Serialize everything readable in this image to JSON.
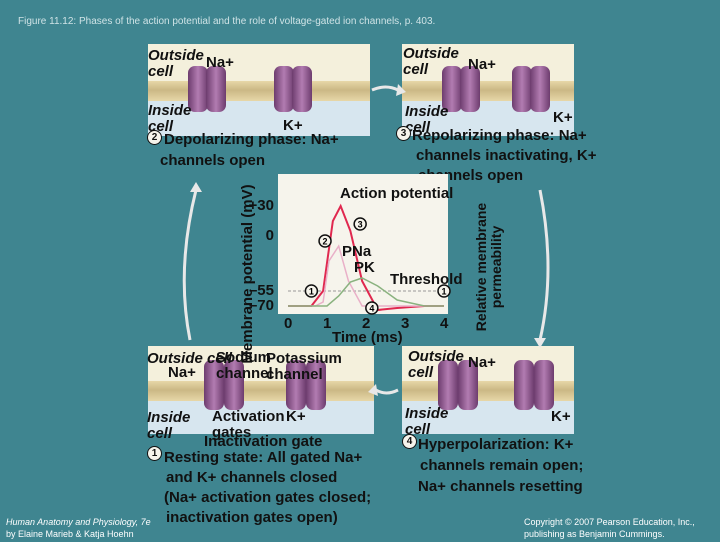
{
  "header": {
    "figure_caption": "Figure 11.12: Phases of the action potential and the role of voltage-gated ion channels, p. 403."
  },
  "labels": {
    "outside_cell": "Outside cell",
    "inside_cell": "Inside cell",
    "na_plus": "Na+",
    "k_plus": "K+"
  },
  "panels": {
    "depolarizing": {
      "number": "2",
      "line1": "Depolarizing phase: Na+",
      "line2": "channels open"
    },
    "repolarizing": {
      "number": "3",
      "line1": "Repolarizing phase: Na+",
      "line2": "channels inactivating, K+",
      "line3": "channels open"
    },
    "resting": {
      "number": "1",
      "sodium_channel": "Sodium channel",
      "potassium_channel": "Potassium channel",
      "activation_gates": "Activation gates",
      "inactivation_gate": "Inactivation gate",
      "line1": "Resting state: All gated Na+",
      "line2": "and K+ channels closed",
      "line3": "(Na+ activation gates closed;",
      "line4": "inactivation gates open)"
    },
    "hyperpolarization": {
      "number": "4",
      "line1": "Hyperpolarization: K+",
      "line2": "channels remain open;",
      "line3": "Na+ channels resetting"
    }
  },
  "chart_data": {
    "type": "line",
    "title": "Action potential",
    "xlabel": "Time (ms)",
    "ylabel": "Membrane potential (mV)",
    "y2label": "Relative membrane permeability",
    "xlim": [
      0,
      4
    ],
    "ylim": [
      -70,
      30
    ],
    "x_ticks": [
      "0",
      "1",
      "2",
      "3",
      "4"
    ],
    "y_ticks": [
      "+30",
      "0",
      "–55",
      "–70"
    ],
    "annotations": {
      "pna": "PNa",
      "pk": "PK",
      "threshold": "Threshold"
    },
    "phase_markers": [
      {
        "label": "1",
        "x": 0.6,
        "y": -55
      },
      {
        "label": "2",
        "x": 0.95,
        "y": -5
      },
      {
        "label": "3",
        "x": 1.85,
        "y": 12
      },
      {
        "label": "4",
        "x": 2.15,
        "y": -72
      },
      {
        "label": "1",
        "x": 4.0,
        "y": -55
      }
    ],
    "series": [
      {
        "color": "#e0284f",
        "x": [
          0,
          0.6,
          0.9,
          1.15,
          1.35,
          1.6,
          1.9,
          2.3,
          2.8,
          3.5,
          4.0
        ],
        "y": [
          -70,
          -70,
          -55,
          15,
          30,
          5,
          -45,
          -74,
          -72,
          -70,
          -70
        ]
      },
      {
        "color": "#e9b0c8",
        "x": [
          0,
          0.7,
          0.9,
          1.05,
          1.3,
          1.55,
          1.9,
          4.0
        ],
        "y": [
          -70,
          -70,
          -66,
          -25,
          -10,
          -45,
          -70,
          -70
        ]
      },
      {
        "color": "#8ab27f",
        "x": [
          0,
          1.0,
          1.3,
          1.6,
          1.9,
          2.3,
          2.8,
          3.5,
          4.0
        ],
        "y": [
          -70,
          -70,
          -60,
          -46,
          -42,
          -50,
          -64,
          -70,
          -70
        ]
      }
    ]
  },
  "footer": {
    "left1": "Human Anatomy and Physiology, 7e",
    "left2": "by Elaine Marieb & Katja Hoehn",
    "right1": "Copyright © 2007 Pearson Education, Inc.,",
    "right2": "publishing as Benjamin Cummings."
  }
}
